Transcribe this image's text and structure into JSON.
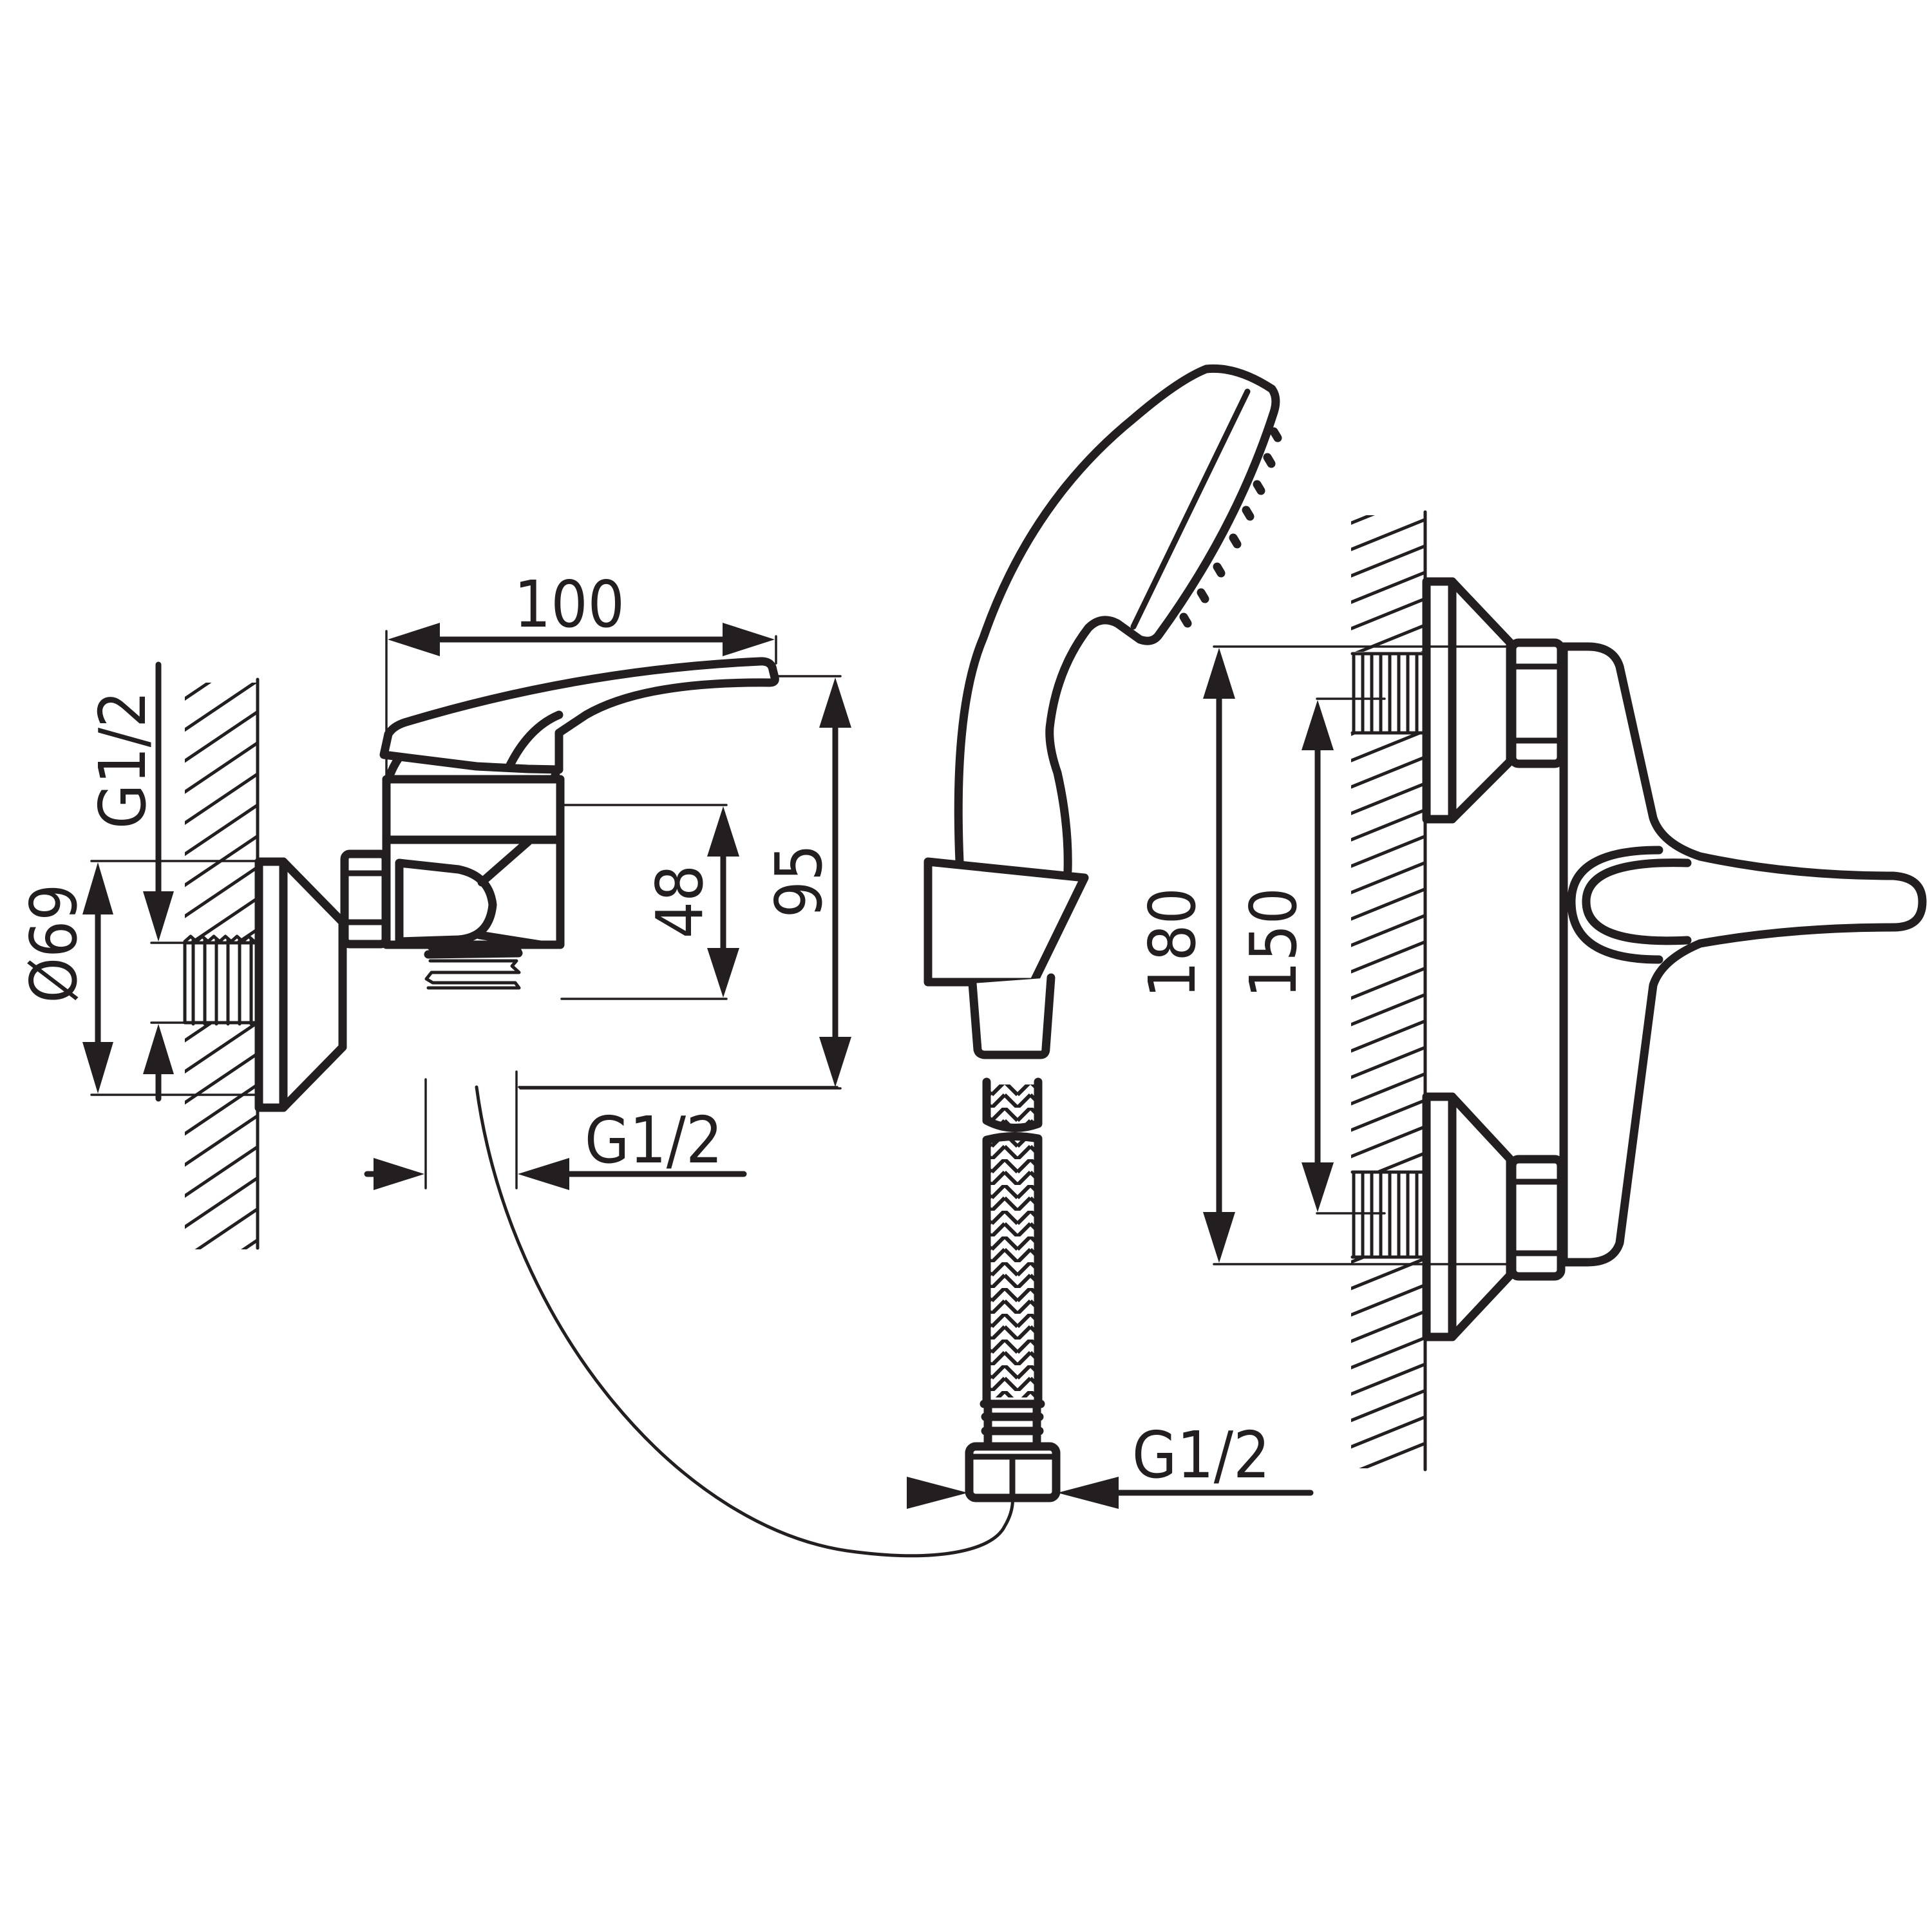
{
  "drawing": {
    "title": "Shower mixer technical drawing",
    "views": [
      "side-view",
      "hand-shower-view",
      "front-view"
    ],
    "colors": {
      "line": "#231f20",
      "background": "#ffffff"
    }
  },
  "dimensions": {
    "width_100": "100",
    "height_95": "95",
    "height_48": "48",
    "flange_diameter": "Ø69",
    "wall_thread": "G1/2",
    "outlet_thread": "G1/2",
    "hose_thread": "G1/2",
    "centers_180": "180",
    "centers_150": "150"
  }
}
